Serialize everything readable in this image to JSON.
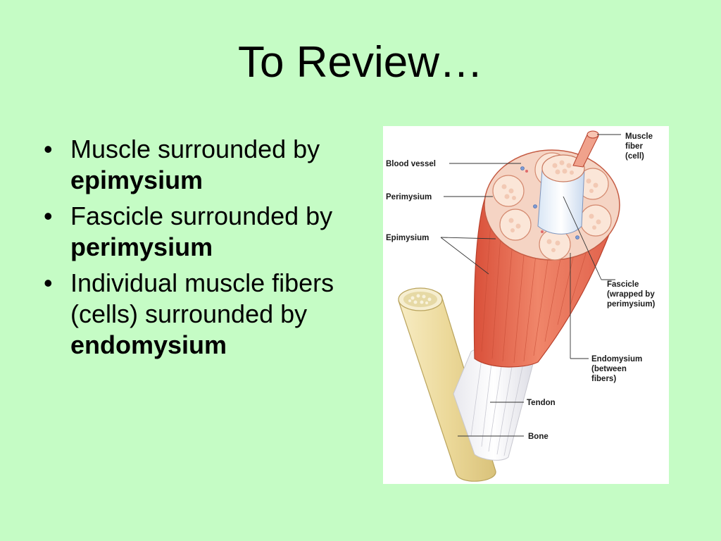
{
  "slide": {
    "title": "To Review…",
    "bullet_char": "•",
    "bullets": [
      {
        "text": "Muscle surrounded by ",
        "bold": "epimysium"
      },
      {
        "text": "Fascicle surrounded by ",
        "bold": "perimysium"
      },
      {
        "text": "Individual muscle fibers (cells) surrounded by ",
        "bold": "endomysium"
      }
    ]
  },
  "figure": {
    "labels": {
      "muscle_fiber_1": "Muscle",
      "muscle_fiber_2": "fiber",
      "muscle_fiber_3": "(cell)",
      "blood_vessel": "Blood vessel",
      "perimysium": "Perimysium",
      "epimysium": "Epimysium",
      "fascicle_1": "Fascicle",
      "fascicle_2": "(wrapped by",
      "fascicle_3": "perimysium)",
      "endomysium_1": "Endomysium",
      "endomysium_2": "(between",
      "endomysium_3": "fibers)",
      "tendon": "Tendon",
      "bone": "Bone"
    }
  },
  "colors": {
    "background": "#c5fcc5",
    "muscle": "#e8674a",
    "bone": "#efe0a8",
    "tendon": "#f4f4f4"
  }
}
